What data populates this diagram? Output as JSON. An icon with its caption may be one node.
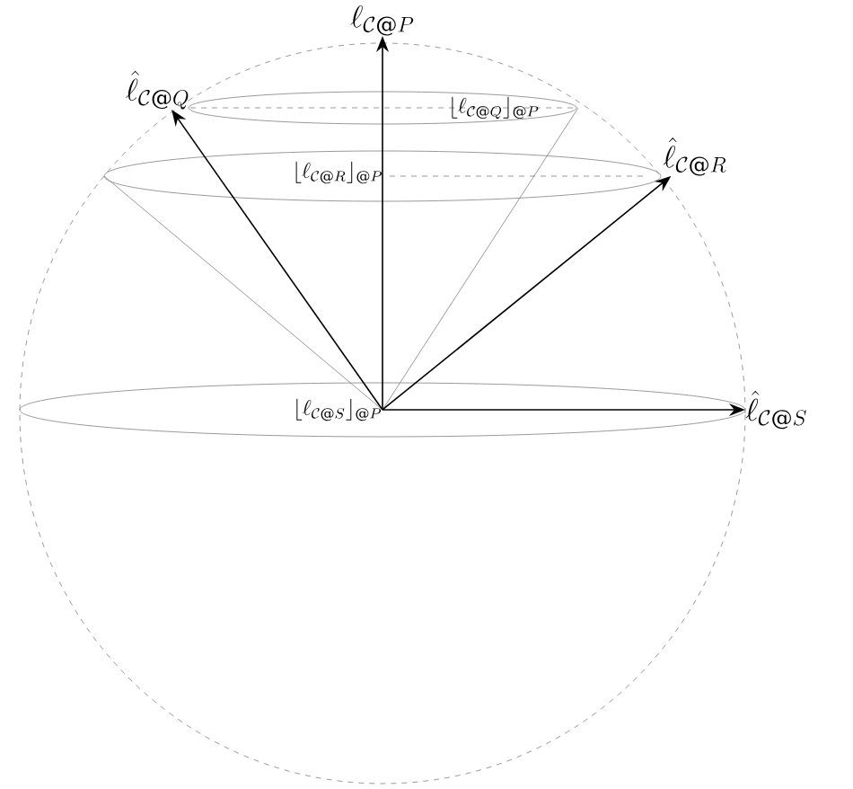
{
  "diagram": {
    "nodes": [
      {
        "text": [
          "\\ell_{\\mathcal{C}@P}"
        ]
      },
      {
        "text": [
          "\\hat{\\ell}_{\\mathcal{C}@Q}"
        ]
      },
      {
        "text": [
          "\\hat{\\ell}_{\\mathcal{C}@R}"
        ]
      },
      {
        "text": [
          "\\hat{\\ell}_{\\mathcal{C}@S}"
        ]
      },
      {
        "text": [
          "\\lfloor \\ell_{\\mathcal{C}@S} \\rfloor_{@P}"
        ]
      }
    ],
    "edges": [
      {
        "from": 4,
        "to": 0,
        "arrow": "to"
      },
      {
        "from": 4,
        "to": 1,
        "arrow": "to"
      },
      {
        "from": 4,
        "to": 2,
        "arrow": "to"
      },
      {
        "from": 4,
        "to": 3,
        "arrow": "to"
      }
    ],
    "labels": [
      "\\lfloor \\ell_{\\mathcal{C}@Q} \\rfloor_{@P}",
      "\\lfloor \\ell_{\\mathcal{C}@R} \\rfloor_{@P}"
    ]
  }
}
